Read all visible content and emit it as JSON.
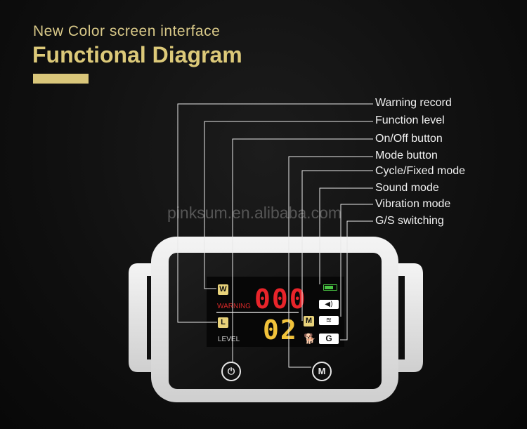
{
  "header": {
    "subtitle": "New Color screen interface",
    "title": "Functional Diagram"
  },
  "watermark": "pinksum.en.alibaba.com",
  "callouts": [
    {
      "label": "Warning record"
    },
    {
      "label": "Function level"
    },
    {
      "label": "On/Off button"
    },
    {
      "label": "Mode button"
    },
    {
      "label": "Cycle/Fixed mode"
    },
    {
      "label": "Sound mode"
    },
    {
      "label": "Vibration mode"
    },
    {
      "label": "G/S switching"
    }
  ],
  "display": {
    "w_badge": "W",
    "l_badge": "L",
    "m_badge": "M",
    "warning_label": "WARNING",
    "warning_count": "000",
    "level_label": "LEVEL",
    "level_value": "02",
    "g_label": "G",
    "m_button": "M",
    "sound_icon": "◀)",
    "vibration_icon": "≋",
    "power_icon": "⏻",
    "dog_icon": "🐕"
  },
  "colors": {
    "accent_gold": "#dcc979",
    "red_segment": "#e8242a",
    "yellow_segment": "#f1c23a",
    "battery_green": "#49c443"
  },
  "icons": {
    "power": "power-icon",
    "sound": "speaker-icon",
    "vibration": "vibration-icon",
    "battery": "battery-icon",
    "dog": "dog-icon"
  }
}
